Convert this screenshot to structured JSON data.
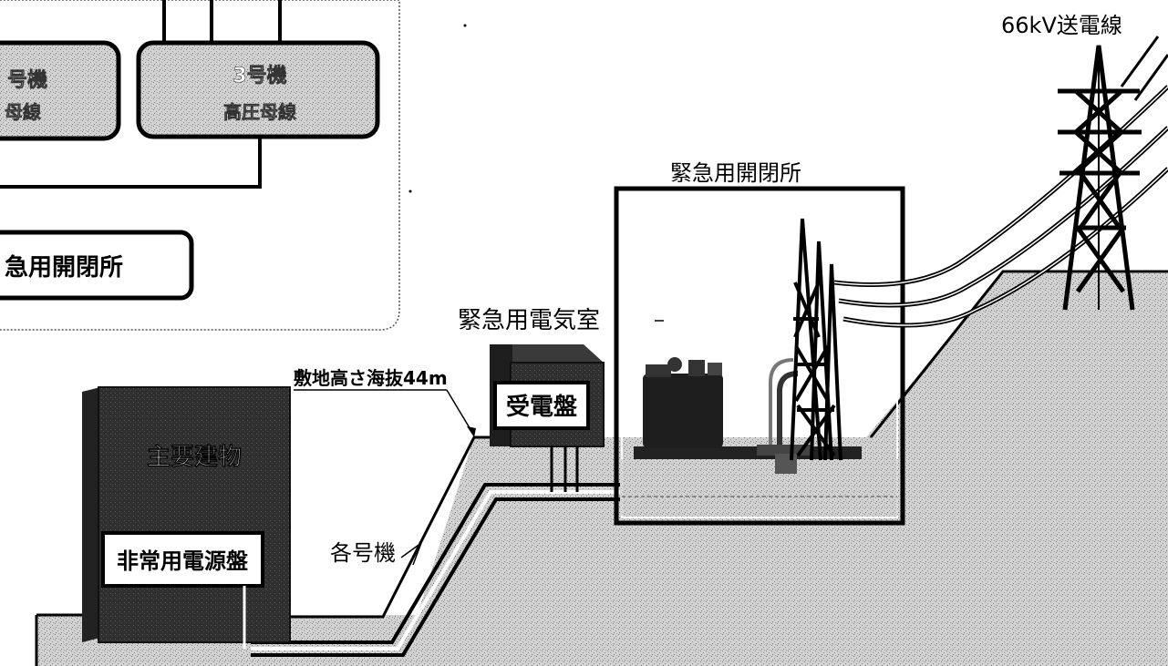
{
  "inset": {
    "unit_box_partial_line1": "号機",
    "unit_box_partial_line2": "母線",
    "unit3_line1": "3号機",
    "unit3_line2": "高圧母線",
    "switchyard_partial": "急用開閉所"
  },
  "labels": {
    "transmission_line": "66kV送電線",
    "emergency_switchyard": "緊急用開閉所",
    "emergency_electrical_room": "緊急用電気室",
    "receiving_panel": "受電盤",
    "site_elevation": "敷地高さ海抜44m",
    "main_building": "主要建物",
    "emergency_power_panel": "非常用電源盤",
    "each_unit": "各号機"
  },
  "colors": {
    "ground": "#c9c9c9",
    "building": "#2e2e2e",
    "inset_box_fill": "#d8d8d8",
    "line": "#000000"
  }
}
